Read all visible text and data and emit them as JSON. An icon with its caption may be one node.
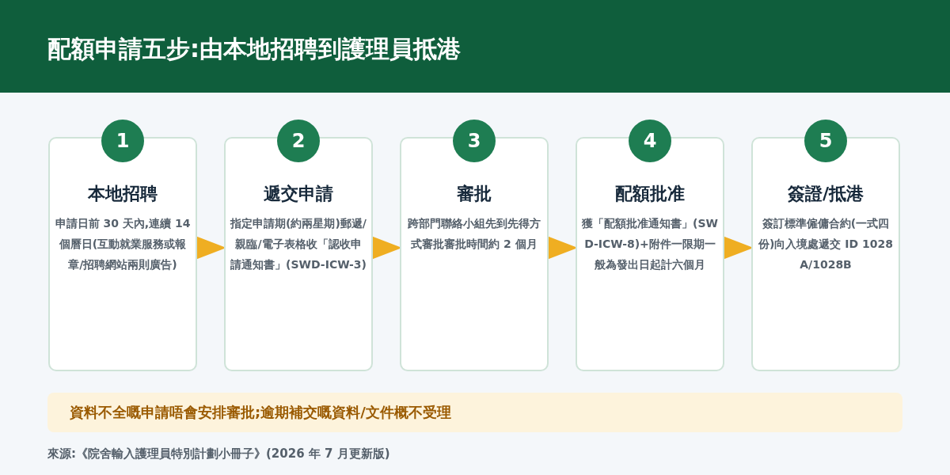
{
  "diagram": {
    "title": "配額申請五步:由本地招聘到護理員抵港",
    "nodes": [
      {
        "text": [
          "1"
        ]
      },
      {
        "text": [
          "本地招聘",
          "申請日前 30 天內,連續 14 個曆日(互動就業服務或報章/招聘網站兩則廣告)"
        ]
      },
      {
        "text": [
          "2"
        ]
      },
      {
        "text": [
          "遞交申請",
          "指定申請期(約兩星期)郵遞/親臨/電子表格收「認收申請通知書」(SWD-ICW-3)"
        ]
      },
      {
        "text": [
          "3"
        ]
      },
      {
        "text": [
          "審批",
          "跨部門聯絡小組先到先得方式審批審批時間約 2 個月"
        ]
      },
      {
        "text": [
          "4"
        ]
      },
      {
        "text": [
          "配額批准",
          "獲「配額批准通知書」(SWD-ICW-8)+附件一限期一般為發出日起計六個月"
        ]
      },
      {
        "text": [
          "5"
        ]
      },
      {
        "text": [
          "簽證/抵港",
          "簽訂標準僱傭合約(一式四份)向入境處遞交 ID 1028A/1028B"
        ]
      }
    ],
    "edges": [
      {
        "from": 1,
        "to": 3,
        "arrow": "to"
      },
      {
        "from": 3,
        "to": 5,
        "arrow": "to"
      },
      {
        "from": 5,
        "to": 7,
        "arrow": "to"
      },
      {
        "from": 7,
        "to": 9,
        "arrow": "to"
      }
    ],
    "labels": [
      "資料不全嘅申請唔會安排審批;逾期補交嘅資料/文件概不受理",
      "來源:《院舍輸入護理員特別計劃小冊子》(2026 年 7 月更新版)"
    ]
  }
}
